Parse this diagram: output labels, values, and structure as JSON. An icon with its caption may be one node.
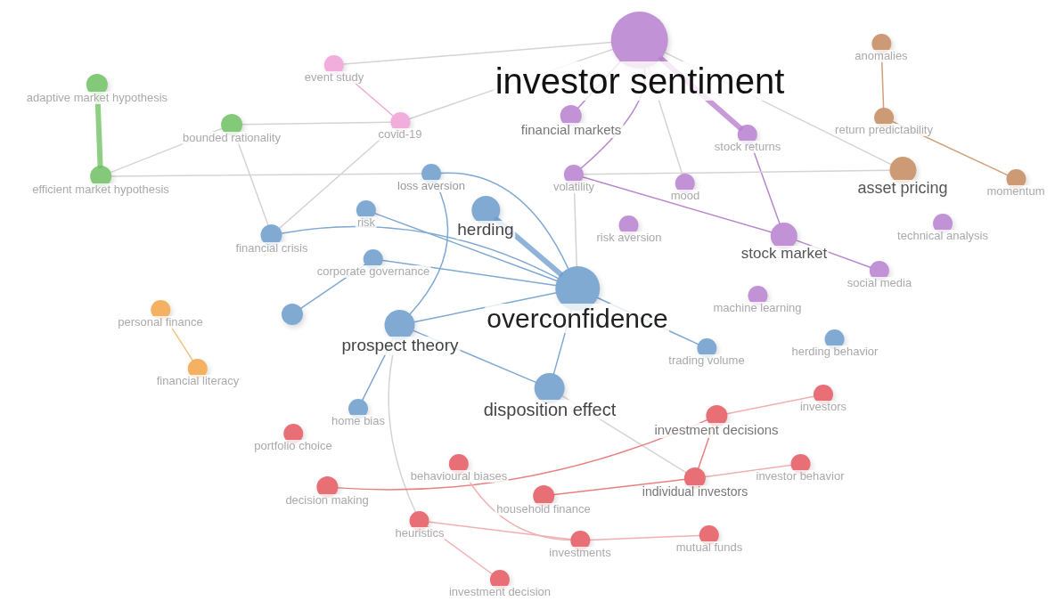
{
  "diagram": {
    "nodes": [
      {
        "text": [
          "investor sentiment"
        ]
      },
      {
        "text": [
          "anomalies"
        ]
      },
      {
        "text": [
          "event study"
        ]
      },
      {
        "text": [
          "adaptive market hypothesis"
        ]
      },
      {
        "text": [
          "return predictability"
        ]
      },
      {
        "text": [
          "financial markets"
        ]
      },
      {
        "text": [
          "bounded rationality"
        ]
      },
      {
        "text": [
          "covid-19"
        ]
      },
      {
        "text": [
          "stock returns"
        ]
      },
      {
        "text": [
          "loss aversion"
        ]
      },
      {
        "text": [
          "volatility"
        ]
      },
      {
        "text": [
          "efficient market hypothesis"
        ]
      },
      {
        "text": [
          "asset pricing"
        ]
      },
      {
        "text": [
          "momentum"
        ]
      },
      {
        "text": [
          "mood"
        ]
      },
      {
        "text": [
          "risk"
        ]
      },
      {
        "text": [
          "herding"
        ]
      },
      {
        "text": [
          "risk aversion"
        ]
      },
      {
        "text": [
          "technical analysis"
        ]
      },
      {
        "text": [
          "financial crisis"
        ]
      },
      {
        "text": [
          "stock market"
        ]
      },
      {
        "text": [
          "corporate governance"
        ]
      },
      {
        "text": [
          "social media"
        ]
      },
      {
        "text": [
          "overconfidence"
        ]
      },
      {
        "text": [
          "machine learning"
        ]
      },
      {
        "text": [],
        "shape": "circle"
      },
      {
        "text": [
          "personal finance"
        ]
      },
      {
        "text": [
          "prospect theory"
        ]
      },
      {
        "text": [
          "herding behavior"
        ]
      },
      {
        "text": [
          "trading volume"
        ]
      },
      {
        "text": [
          "financial literacy"
        ]
      },
      {
        "text": [
          "disposition effect"
        ]
      },
      {
        "text": [
          "investors"
        ]
      },
      {
        "text": [
          "home bias"
        ]
      },
      {
        "text": [
          "investment decisions"
        ]
      },
      {
        "text": [
          "portfolio choice"
        ]
      },
      {
        "text": [
          "behavioural biases"
        ]
      },
      {
        "text": [
          "investor behavior"
        ]
      },
      {
        "text": [
          "decision making"
        ]
      },
      {
        "text": [
          "individual investors"
        ]
      },
      {
        "text": [
          "household finance"
        ]
      },
      {
        "text": [
          "heuristics"
        ]
      },
      {
        "text": [
          "investments"
        ]
      },
      {
        "text": [
          "mutual funds"
        ]
      },
      {
        "text": [
          "investment decision"
        ]
      }
    ],
    "edges": [
      {
        "from": 3,
        "to": 11,
        "arrow": "none",
        "style": "thick",
        "color": "#8fcf84"
      },
      {
        "from": 1,
        "to": 4,
        "arrow": "none",
        "color": "#d0a07a"
      },
      {
        "from": 4,
        "to": 13,
        "arrow": "none",
        "color": "#d0a07a"
      },
      {
        "from": 2,
        "to": 7,
        "arrow": "none",
        "color": "#f0a8d8"
      },
      {
        "from": 26,
        "to": 30,
        "arrow": "none",
        "color": "#f5c27a"
      },
      {
        "from": 0,
        "to": 8,
        "arrow": "none",
        "style": "thick",
        "color": "#c99ad8"
      },
      {
        "from": 0,
        "to": 10,
        "arrow": "none",
        "color": "#b987cc"
      },
      {
        "from": 10,
        "to": 20,
        "arrow": "none",
        "color": "#b987cc"
      },
      {
        "from": 20,
        "to": 22,
        "arrow": "none",
        "color": "#b987cc"
      },
      {
        "from": 0,
        "to": 5,
        "arrow": "none",
        "color": "#b987cc"
      },
      {
        "from": 8,
        "to": 20,
        "arrow": "none",
        "color": "#b987cc"
      },
      {
        "from": 0,
        "to": 14,
        "arrow": "none"
      },
      {
        "from": 0,
        "to": 12,
        "arrow": "none"
      },
      {
        "from": 10,
        "to": 23,
        "arrow": "none"
      },
      {
        "from": 0,
        "to": 7,
        "arrow": "none"
      },
      {
        "from": 0,
        "to": 2,
        "arrow": "none"
      },
      {
        "from": 23,
        "to": 16,
        "arrow": "none",
        "style": "thick",
        "color": "#8fb4d8"
      },
      {
        "from": 23,
        "to": 9,
        "arrow": "none",
        "color": "#7fa8d4"
      },
      {
        "from": 9,
        "to": 27,
        "arrow": "none",
        "color": "#7fa8d4"
      },
      {
        "from": 23,
        "to": 27,
        "arrow": "none",
        "color": "#7fa8d4"
      },
      {
        "from": 23,
        "to": 31,
        "arrow": "none",
        "color": "#7fa8d4"
      },
      {
        "from": 27,
        "to": 31,
        "arrow": "none",
        "color": "#7fa8d4"
      },
      {
        "from": 23,
        "to": 29,
        "arrow": "none",
        "color": "#7fa8d4"
      },
      {
        "from": 23,
        "to": 15,
        "arrow": "none",
        "color": "#7fa8d4"
      },
      {
        "from": 23,
        "to": 21,
        "arrow": "none",
        "color": "#7fa8d4"
      },
      {
        "from": 23,
        "to": 19,
        "arrow": "none",
        "color": "#7fa8d4"
      },
      {
        "from": 25,
        "to": 21,
        "arrow": "none",
        "color": "#7fa8d4"
      },
      {
        "from": 33,
        "to": 27,
        "arrow": "none",
        "color": "#7fa8d4"
      },
      {
        "from": 31,
        "to": 39,
        "arrow": "none"
      },
      {
        "from": 27,
        "to": 41,
        "arrow": "none"
      },
      {
        "from": 38,
        "to": 34,
        "arrow": "none",
        "color": "#e88080"
      },
      {
        "from": 34,
        "to": 39,
        "arrow": "none",
        "color": "#e88080"
      },
      {
        "from": 40,
        "to": 39,
        "arrow": "none",
        "color": "#e88080"
      },
      {
        "from": 34,
        "to": 32,
        "arrow": "none",
        "color": "#f0b0b0"
      },
      {
        "from": 39,
        "to": 37,
        "arrow": "none",
        "color": "#f0b0b0"
      },
      {
        "from": 42,
        "to": 43,
        "arrow": "none",
        "color": "#f0b0b0"
      },
      {
        "from": 41,
        "to": 42,
        "arrow": "none",
        "color": "#f0b0b0"
      },
      {
        "from": 41,
        "to": 44,
        "arrow": "none",
        "color": "#f0b0b0"
      },
      {
        "from": 36,
        "to": 42,
        "arrow": "none",
        "color": "#f0b0b0"
      },
      {
        "from": 6,
        "to": 11,
        "arrow": "none"
      },
      {
        "from": 6,
        "to": 7,
        "arrow": "none"
      },
      {
        "from": 6,
        "to": 19,
        "arrow": "none"
      },
      {
        "from": 11,
        "to": 9,
        "arrow": "none"
      },
      {
        "from": 12,
        "to": 10,
        "arrow": "none"
      },
      {
        "from": 7,
        "to": 19,
        "arrow": "none"
      }
    ]
  }
}
